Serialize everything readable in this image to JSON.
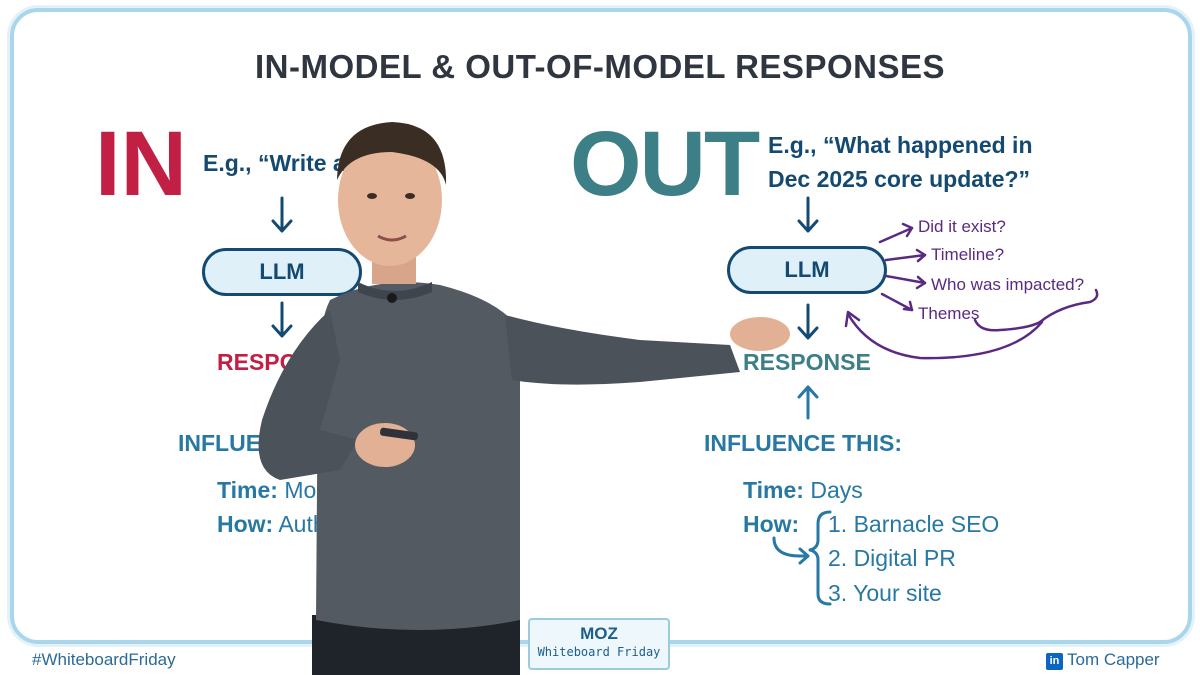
{
  "title": "IN-MODEL & OUT-OF-MODEL RESPONSES",
  "left": {
    "heading": "IN",
    "example": "E.g., “Write a poem”",
    "llm": "LLM",
    "response": "RESPONSE",
    "influence": "INFLUENCE THIS:",
    "time_label": "Time:",
    "time_value": "Months",
    "how_label": "How:",
    "how_value": "Authoritative content"
  },
  "right": {
    "heading": "OUT",
    "example_line1": "E.g., “What happened in",
    "example_line2": "Dec 2025 core update?”",
    "llm": "LLM",
    "response": "RESPONSE",
    "influence": "INFLUENCE THIS:",
    "time_label": "Time:",
    "time_value": "Days",
    "how_label": "How:",
    "how_items": [
      "1. Barnacle SEO",
      "2. Digital PR",
      "3. Your site"
    ],
    "questions": [
      "Did it exist?",
      "Timeline?",
      "Who was impacted?",
      "Themes"
    ]
  },
  "footer": {
    "hashtag": "#WhiteboardFriday",
    "brand": "MOZ",
    "series": "Whiteboard Friday",
    "author": "Tom Capper",
    "social_icon": "linkedin-icon"
  },
  "colors": {
    "in_red": "#c21f45",
    "out_teal": "#3c7f86",
    "navy": "#144a72",
    "blue": "#2878a4",
    "purple": "#5a2a82",
    "frame": "#a9d6ea"
  }
}
